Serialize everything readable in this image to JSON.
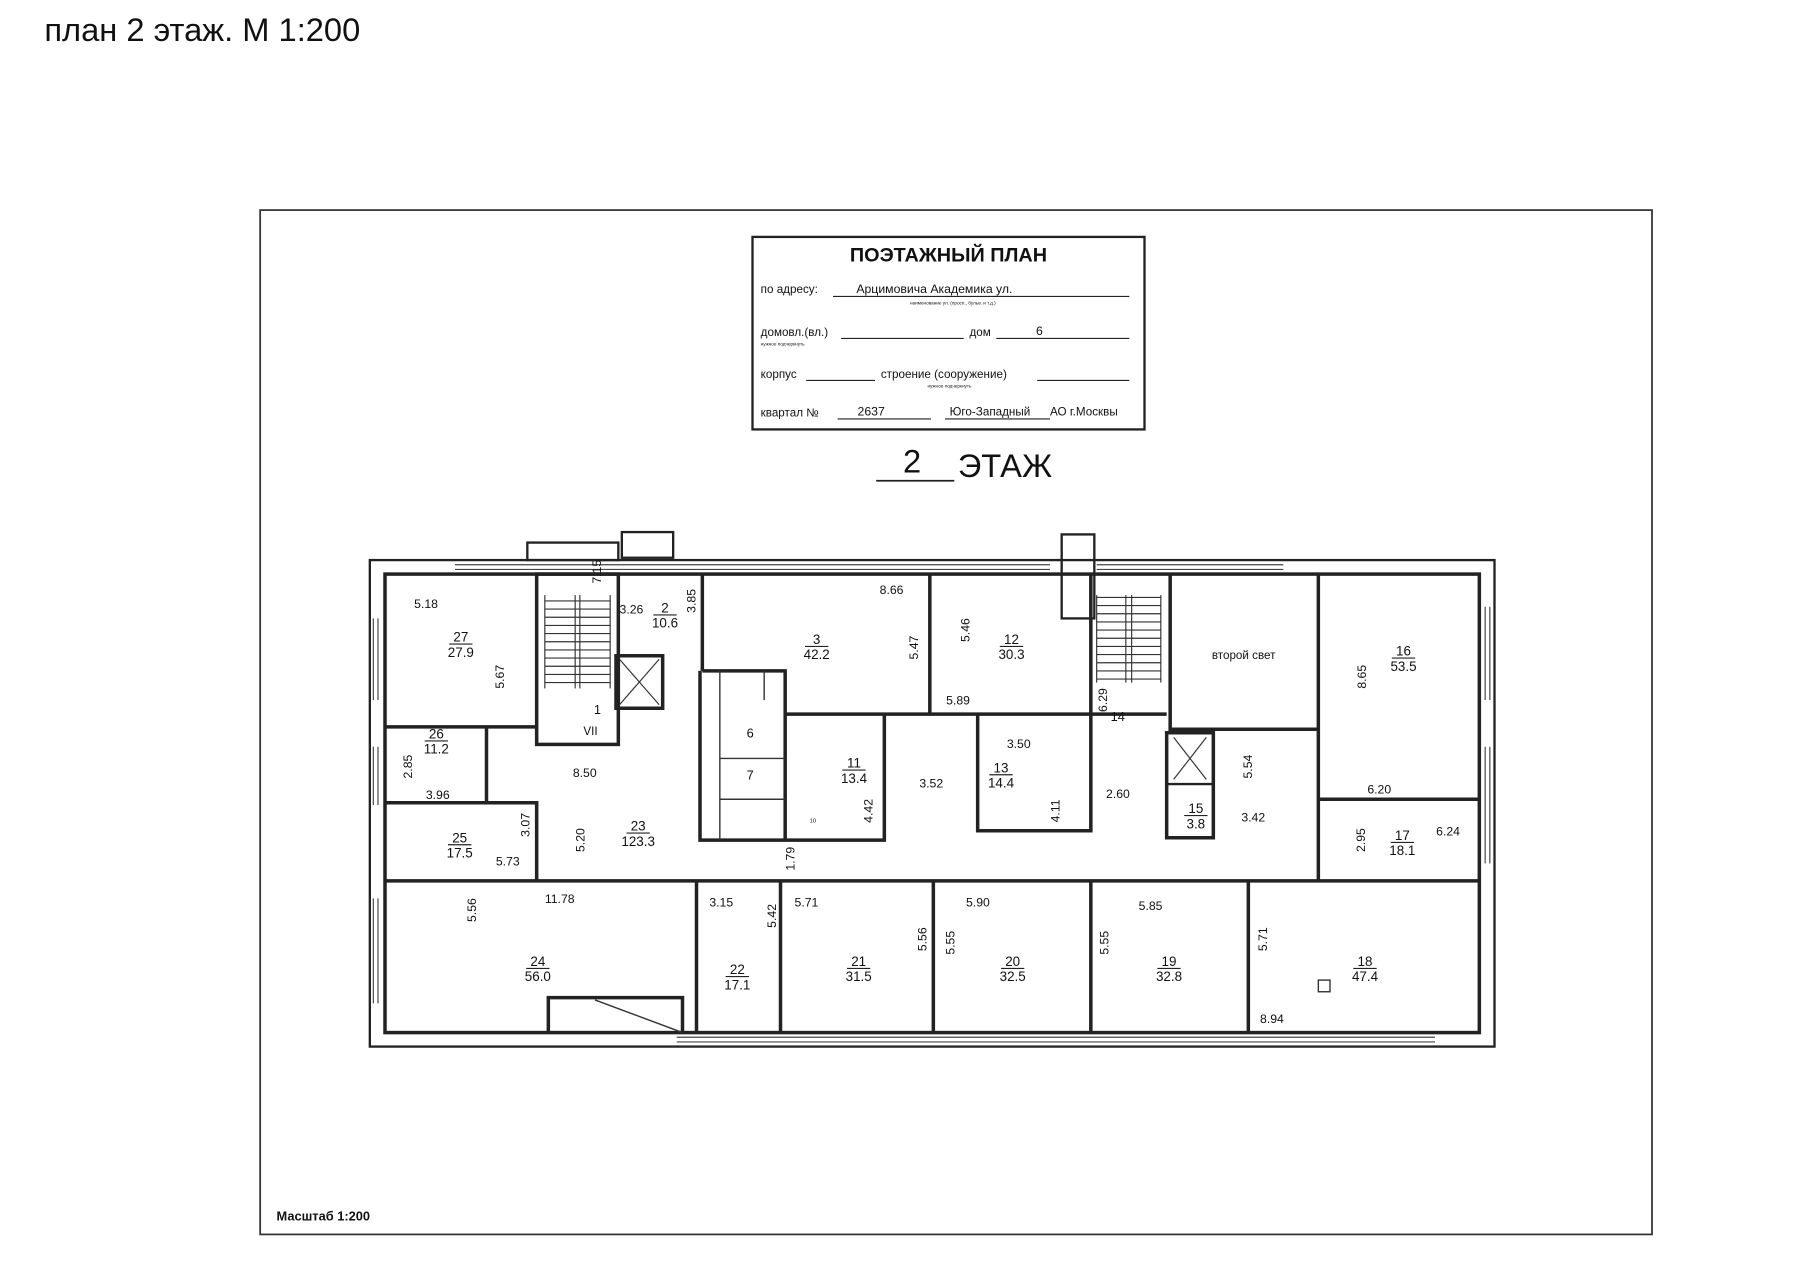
{
  "page_title": "план 2 этаж. М 1:200",
  "title_block": {
    "heading": "ПОЭТАЖНЫЙ ПЛАН",
    "address_label": "по адресу:",
    "address_value": "Арцимовича Академика ул.",
    "address_hint": "наименование ул. (просп., бульв. и т.д.)",
    "domovl_label": "домовл.(вл.)",
    "domovl_hint": "нужное подчеркнуть",
    "dom_label": "дом",
    "dom_value": "6",
    "korpus_label": "корпус",
    "stroenie_label": "строение (сооружение)",
    "stroenie_hint": "нужное подчеркнуть",
    "kvartal_label": "квартал №",
    "kvartal_value": "2637",
    "district_value": "Юго-Западный",
    "district_suffix": "АО г.Москвы"
  },
  "floor": {
    "number": "2",
    "label": "ЭТАЖ"
  },
  "scale_label": "Масштаб 1:200",
  "rooms": [
    {
      "n": "27",
      "a": "27.9"
    },
    {
      "n": "2",
      "a": "10.6"
    },
    {
      "n": "3",
      "a": "42.2"
    },
    {
      "n": "12",
      "a": "30.3"
    },
    {
      "n": "16",
      "a": "53.5"
    },
    {
      "n": "26",
      "a": "11.2"
    },
    {
      "n": "11",
      "a": "13.4"
    },
    {
      "n": "13",
      "a": "14.4"
    },
    {
      "n": "15",
      "a": "3.8"
    },
    {
      "n": "23",
      "a": "123.3"
    },
    {
      "n": "25",
      "a": "17.5"
    },
    {
      "n": "17",
      "a": "18.1"
    },
    {
      "n": "24",
      "a": "56.0"
    },
    {
      "n": "22",
      "a": "17.1"
    },
    {
      "n": "21",
      "a": "31.5"
    },
    {
      "n": "20",
      "a": "32.5"
    },
    {
      "n": "19",
      "a": "32.8"
    },
    {
      "n": "18",
      "a": "47.4"
    }
  ],
  "labels": {
    "room1": "1",
    "stair_roman": "VII",
    "room6": "6",
    "room7": "7",
    "room14": "14",
    "second_light": "второй свет",
    "wc10": "10"
  },
  "dims": [
    "5.18",
    "5.67",
    "7.15",
    "3.26",
    "3.85",
    "8.66",
    "5.47",
    "5.46",
    "5.89",
    "8.50",
    "2.85",
    "3.96",
    "3.07",
    "5.20",
    "5.73",
    "4.42",
    "1.79",
    "3.52",
    "3.50",
    "4.11",
    "6.29",
    "2.60",
    "5.54",
    "3.42",
    "8.65",
    "6.20",
    "2.95",
    "6.24",
    "11.78",
    "5.56",
    "3.15",
    "5.42",
    "5.71",
    "5.56",
    "5.55",
    "5.90",
    "5.55",
    "5.85",
    "5.71",
    "8.94"
  ]
}
